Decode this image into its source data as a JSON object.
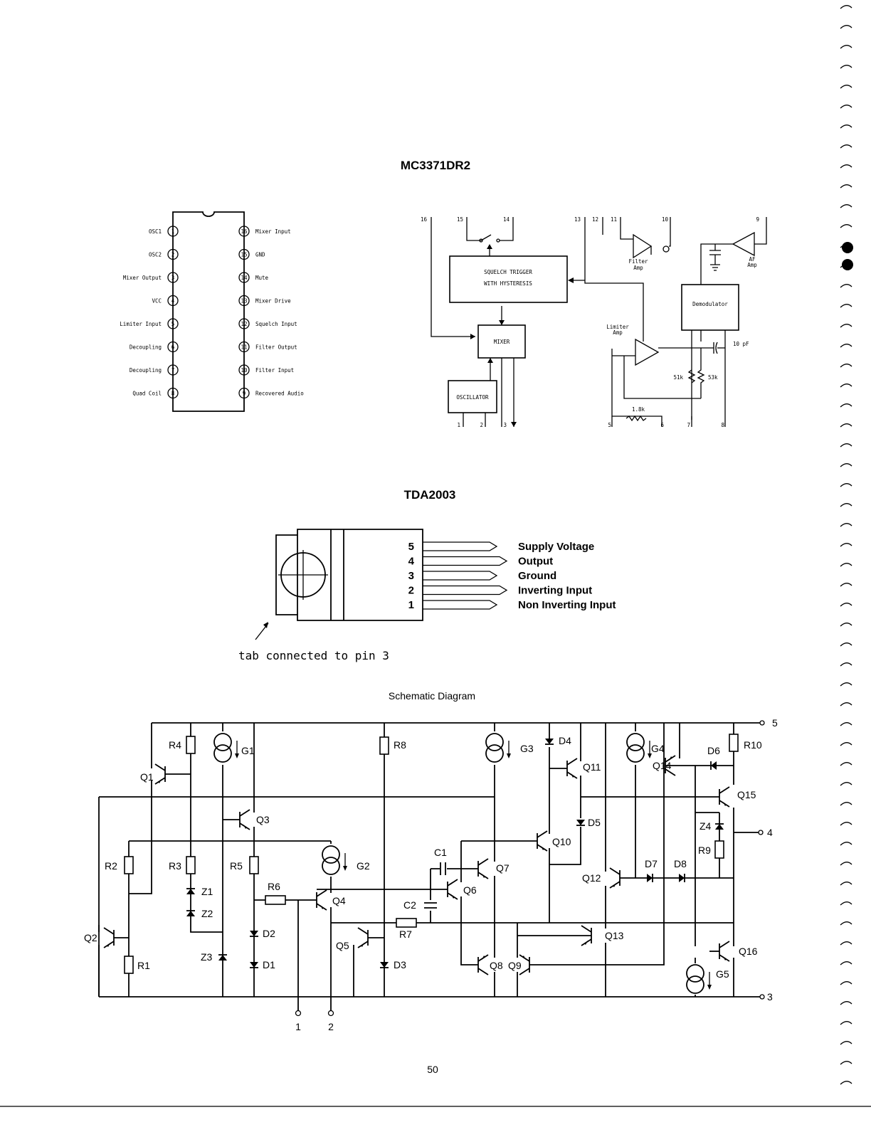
{
  "titles": {
    "chip1": "MC3371DR2",
    "chip2": "TDA2003",
    "schematic": "Schematic Diagram"
  },
  "mc3371": {
    "left_pins": [
      {
        "num": "1",
        "label": "OSC1"
      },
      {
        "num": "2",
        "label": "OSC2"
      },
      {
        "num": "3",
        "label": "Mixer Output"
      },
      {
        "num": "4",
        "label": "VCC"
      },
      {
        "num": "5",
        "label": "Limiter Input"
      },
      {
        "num": "6",
        "label": "Decoupling"
      },
      {
        "num": "7",
        "label": "Decoupling"
      },
      {
        "num": "8",
        "label": "Quad Coil"
      }
    ],
    "right_pins": [
      {
        "num": "16",
        "label": "Mixer Input"
      },
      {
        "num": "15",
        "label": "GND"
      },
      {
        "num": "14",
        "label": "Mute"
      },
      {
        "num": "13",
        "label": "Mixer Drive"
      },
      {
        "num": "12",
        "label": "Squelch Input"
      },
      {
        "num": "11",
        "label": "Filter Output"
      },
      {
        "num": "10",
        "label": "Filter Input"
      },
      {
        "num": "9",
        "label": "Recovered Audio"
      }
    ],
    "block": {
      "squelch_line1": "SQUELCH TRIGGER",
      "squelch_line2": "WITH HYSTERESIS",
      "mixer": "MIXER",
      "oscillator": "OSCILLATOR",
      "demodulator": "Demodulator",
      "filter_amp_1": "Filter",
      "filter_amp_2": "Amp",
      "af_amp_1": "AF",
      "af_amp_2": "Amp",
      "limiter_amp_1": "Limiter",
      "limiter_amp_2": "Amp",
      "r1": "51k",
      "r2": "53k",
      "r3": "1.8k",
      "cap": "10 pF",
      "top_pins": [
        "16",
        "15",
        "14",
        "13",
        "12",
        "11",
        "10",
        "9"
      ],
      "bottom_pins": [
        "1",
        "2",
        "3",
        "5",
        "6",
        "7",
        "8"
      ]
    }
  },
  "tda2003": {
    "pins": [
      {
        "num": "5",
        "label": "Supply Voltage"
      },
      {
        "num": "4",
        "label": "Output"
      },
      {
        "num": "3",
        "label": "Ground"
      },
      {
        "num": "2",
        "label": "Inverting Input"
      },
      {
        "num": "1",
        "label": "Non Inverting Input"
      }
    ],
    "tab_note": "tab connected to pin 3"
  },
  "schematic": {
    "labels": {
      "R1": "R1",
      "R2": "R2",
      "R3": "R3",
      "R4": "R4",
      "R5": "R5",
      "R6": "R6",
      "R7": "R7",
      "R8": "R8",
      "R9": "R9",
      "R10": "R10",
      "Q1": "Q1",
      "Q2": "Q2",
      "Q3": "Q3",
      "Q4": "Q4",
      "Q5": "Q5",
      "Q6": "Q6",
      "Q7": "Q7",
      "Q8": "Q8",
      "Q9": "Q9",
      "Q10": "Q10",
      "Q11": "Q11",
      "Q12": "Q12",
      "Q13": "Q13",
      "Q14": "Q14",
      "Q15": "Q15",
      "Q16": "Q16",
      "G1": "G1",
      "G2": "G2",
      "G3": "G3",
      "G4": "G4",
      "G5": "G5",
      "Z1": "Z1",
      "Z2": "Z2",
      "Z3": "Z3",
      "Z4": "Z4",
      "D1": "D1",
      "D2": "D2",
      "D3": "D3",
      "D4": "D4",
      "D5": "D5",
      "D6": "D6",
      "D7": "D7",
      "D8": "D8",
      "C1": "C1",
      "C2": "C2"
    },
    "terminals": {
      "t1": "1",
      "t2": "2",
      "t3": "3",
      "t4": "4",
      "t5": "5"
    }
  },
  "page_number": "50"
}
